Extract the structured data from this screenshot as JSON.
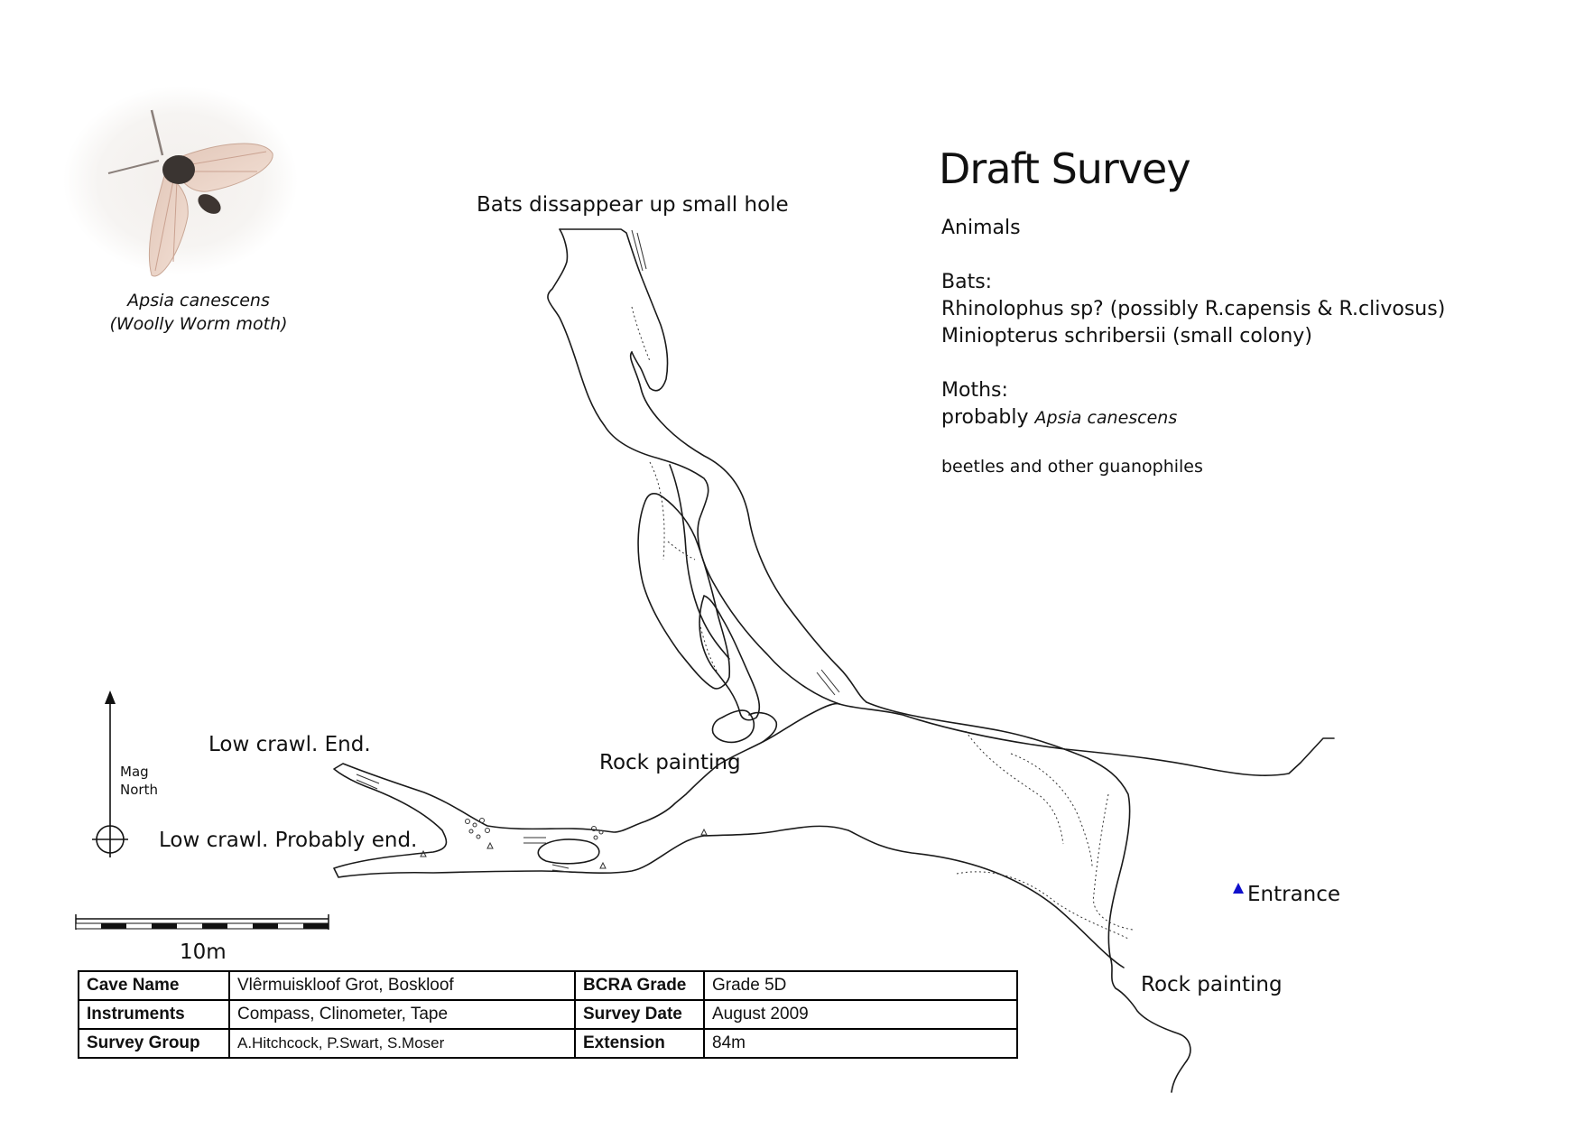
{
  "map": {
    "title": "Draft Survey",
    "labels": {
      "bats_hole": "Bats dissappear up small hole",
      "low_crawl_end": "Low crawl.  End.",
      "low_crawl_probably": "Low crawl. Probably end.",
      "rock_painting_inner": "Rock painting",
      "rock_painting_outer": "Rock painting",
      "entrance": "Entrance"
    },
    "north_label_line1": "Mag",
    "north_label_line2": "North",
    "scale_label": "10m",
    "colors": {
      "entrance_marker": "#1010cc",
      "passage_line": "#1a1a1a"
    }
  },
  "photo": {
    "icon": "moth-photo",
    "caption_line1": "Apsia canescens",
    "caption_line2": "(Woolly Worm moth)"
  },
  "info": {
    "animals_heading": "Animals",
    "bats_heading": "Bats:",
    "bats_line1": "Rhinolophus sp? (possibly R.capensis & R.clivosus)",
    "bats_line2": "Miniopterus schribersii (small colony)",
    "moths_heading": "Moths:",
    "moths_prefix": "probably",
    "moths_species": "Apsia canescens",
    "other": "beetles and other guanophiles"
  },
  "survey_table": {
    "rows": [
      {
        "key1": "Cave Name",
        "val1": "Vlêrmuiskloof Grot, Boskloof",
        "key2": "BCRA Grade",
        "val2": "Grade 5D"
      },
      {
        "key1": "Instruments",
        "val1": "Compass, Clinometer, Tape",
        "key2": "Survey Date",
        "val2": "August 2009"
      },
      {
        "key1": "Survey Group",
        "val1": "A.Hitchcock, P.Swart, S.Moser",
        "key2": "Extension",
        "val2": "84m"
      }
    ]
  }
}
